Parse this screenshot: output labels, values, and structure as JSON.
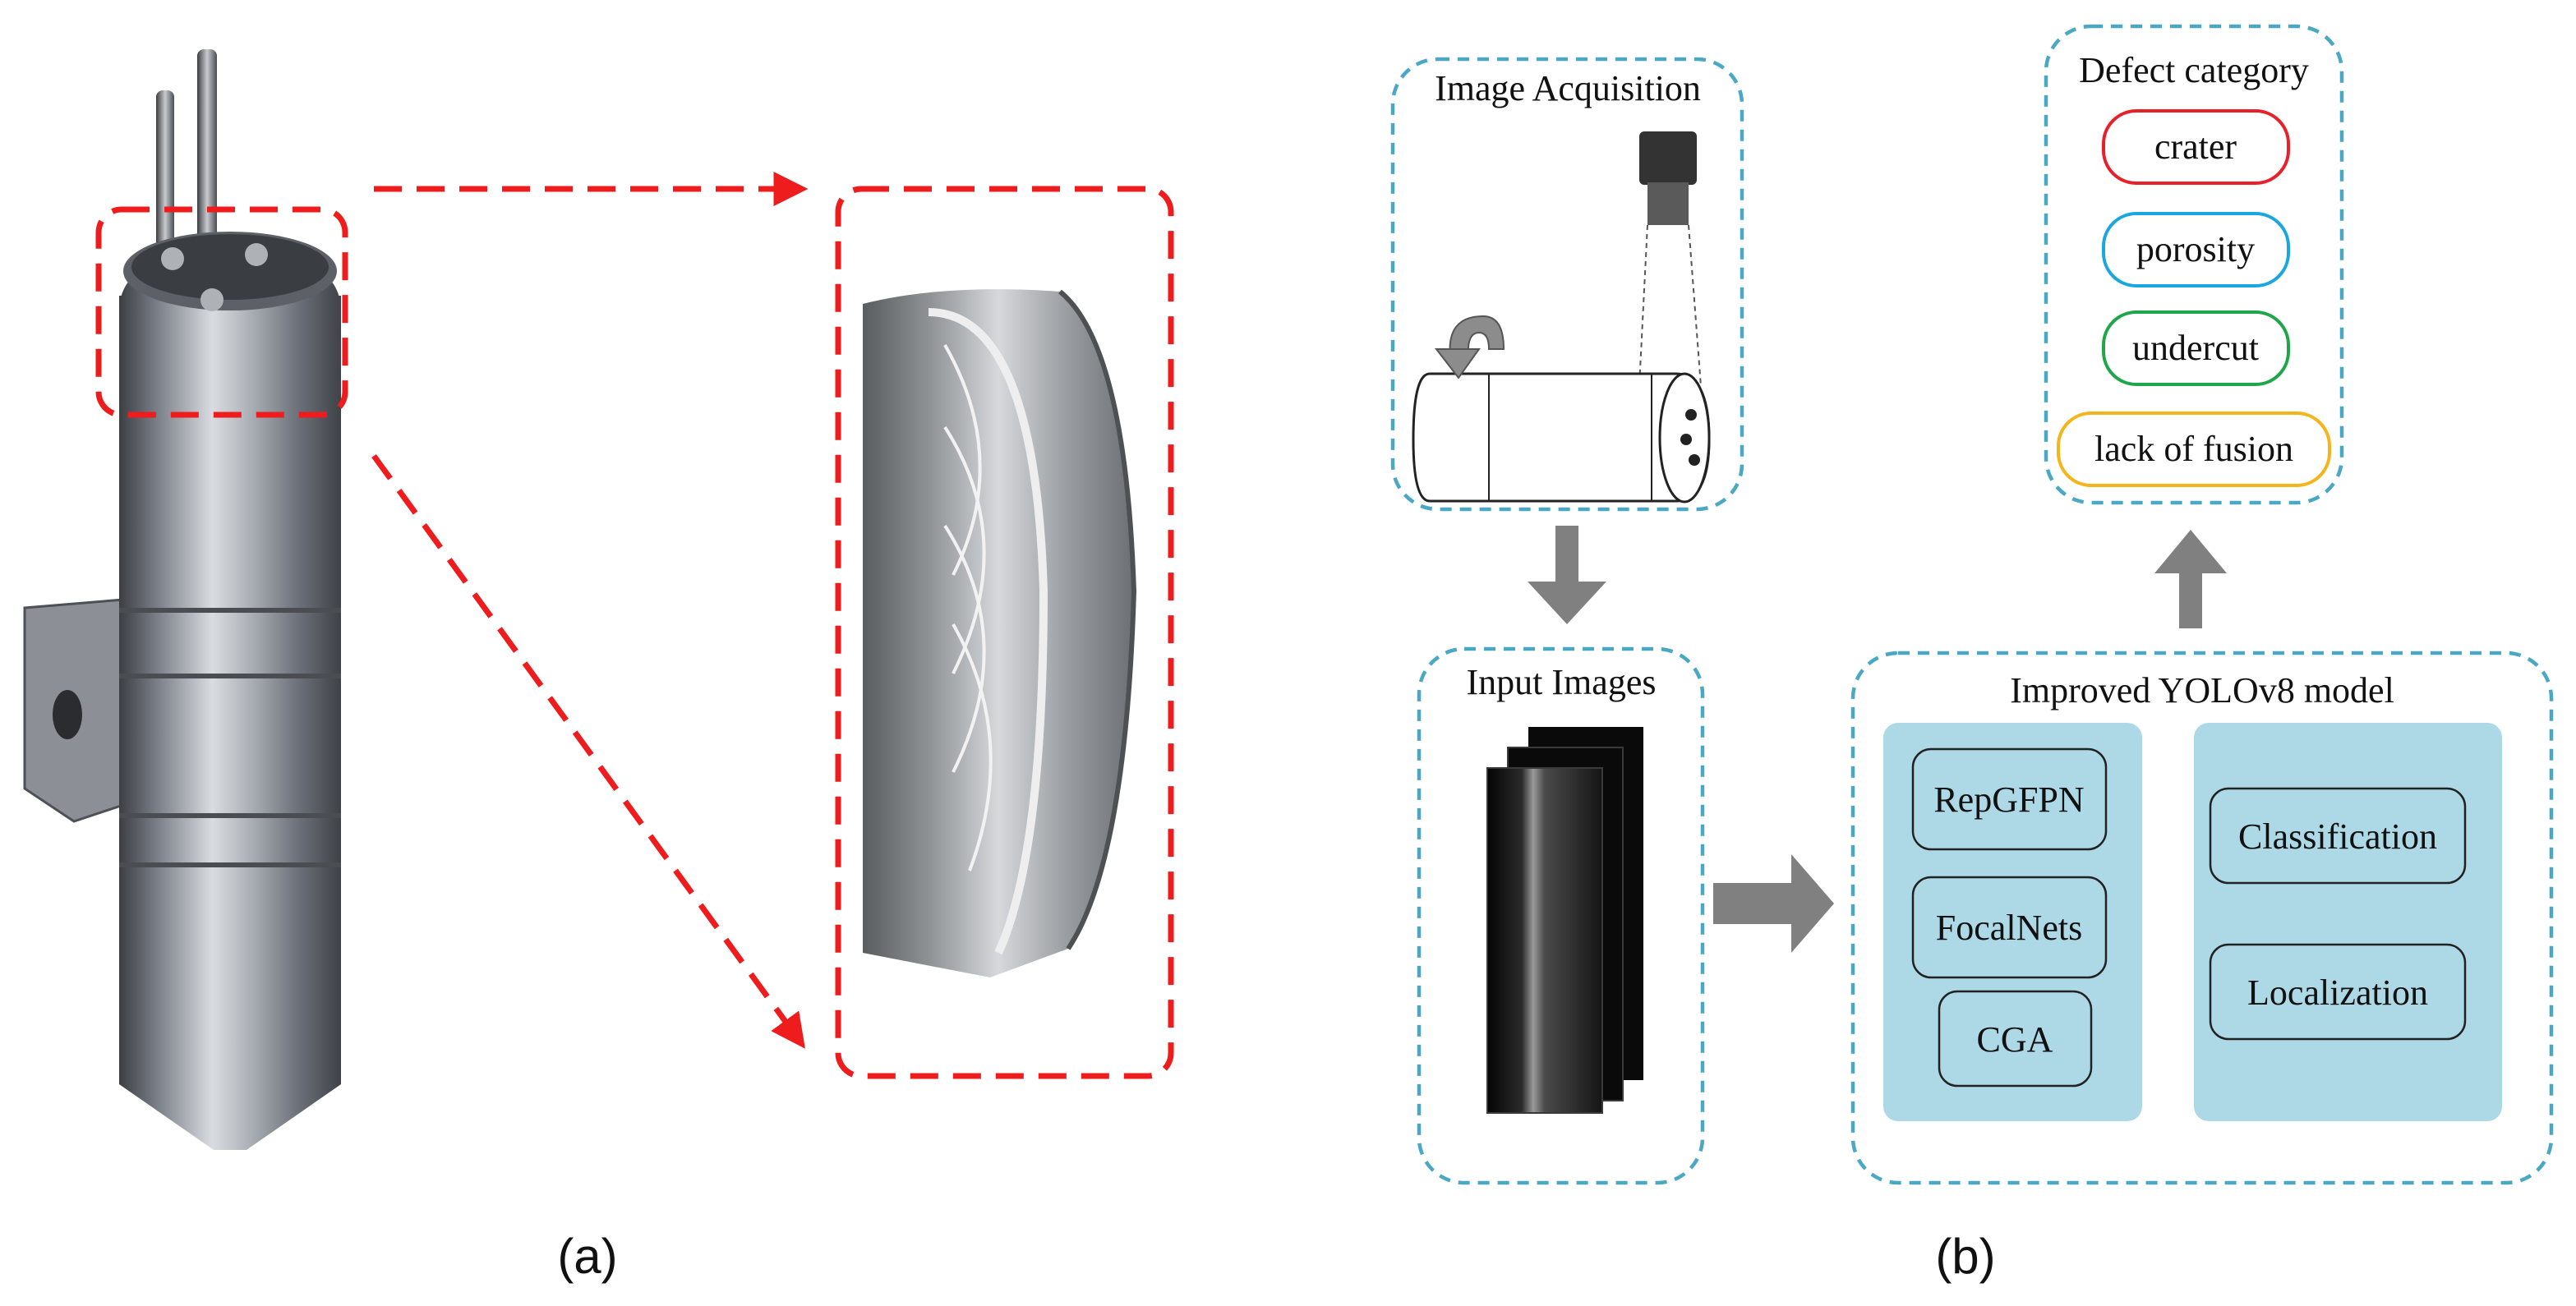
{
  "panel_a": {
    "caption": "(a)"
  },
  "panel_b": {
    "caption": "(b)",
    "acquisition": {
      "title": "Image Acquisition"
    },
    "input": {
      "title": "Input Images"
    },
    "model": {
      "title": "Improved YOLOv8 model",
      "modules": [
        "RepGFPN",
        "FocalNets",
        "CGA"
      ],
      "heads": [
        "Classification",
        "Localization"
      ]
    },
    "defects": {
      "title": "Defect category",
      "items": [
        {
          "label": "crater",
          "color": "#e8202a"
        },
        {
          "label": "porosity",
          "color": "#1aa7e0"
        },
        {
          "label": "undercut",
          "color": "#1fa64a"
        },
        {
          "label": "lack of fusion",
          "color": "#f4b41a"
        }
      ]
    }
  },
  "colors": {
    "dashed_box": "#4aa8c4",
    "dashed_red": "#ee1c1c",
    "panel_fill": "#add8e6",
    "arrow": "#808080"
  }
}
